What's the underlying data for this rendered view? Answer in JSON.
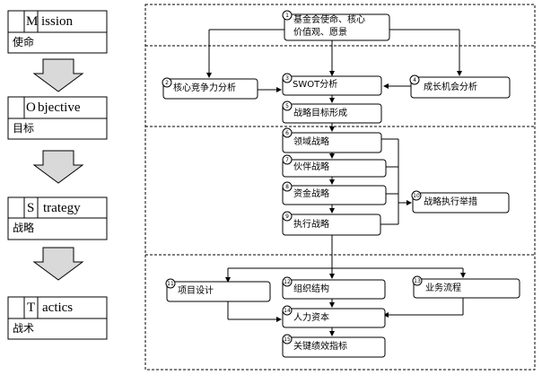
{
  "left_column": {
    "mission": {
      "en_initial": "M",
      "en_rest": "ission",
      "zh": "使命"
    },
    "objective": {
      "en_initial": "O",
      "en_rest": "bjective",
      "zh": "目标"
    },
    "strategy": {
      "en_initial": "S",
      "en_rest": "trategy",
      "zh": "战略"
    },
    "tactics": {
      "en_initial": "T",
      "en_rest": "actics",
      "zh": "战术"
    }
  },
  "flow": {
    "n1": {
      "num": "1",
      "label_line1": "基金会使命、核心",
      "label_line2": "价值观、愿景"
    },
    "n2": {
      "num": "2",
      "label": "核心竞争力分析"
    },
    "n3": {
      "num": "3",
      "label": "SWOT分析"
    },
    "n4": {
      "num": "4",
      "label": "成长机会分析"
    },
    "n5": {
      "num": "5",
      "label": "战略目标形成"
    },
    "n6": {
      "num": "6",
      "label": "领域战略"
    },
    "n7": {
      "num": "7",
      "label": "伙伴战略"
    },
    "n8": {
      "num": "8",
      "label": "资金战略"
    },
    "n9": {
      "num": "9",
      "label": "执行战略"
    },
    "n10": {
      "num": "10",
      "label": "战略执行举措"
    },
    "n11": {
      "num": "11",
      "label": "项目设计"
    },
    "n12": {
      "num": "12",
      "label": "组织结构"
    },
    "n13": {
      "num": "13",
      "label": "业务流程"
    },
    "n14": {
      "num": "14",
      "label": "人力资本"
    },
    "n15": {
      "num": "15",
      "label": "关键绩效指标"
    }
  }
}
